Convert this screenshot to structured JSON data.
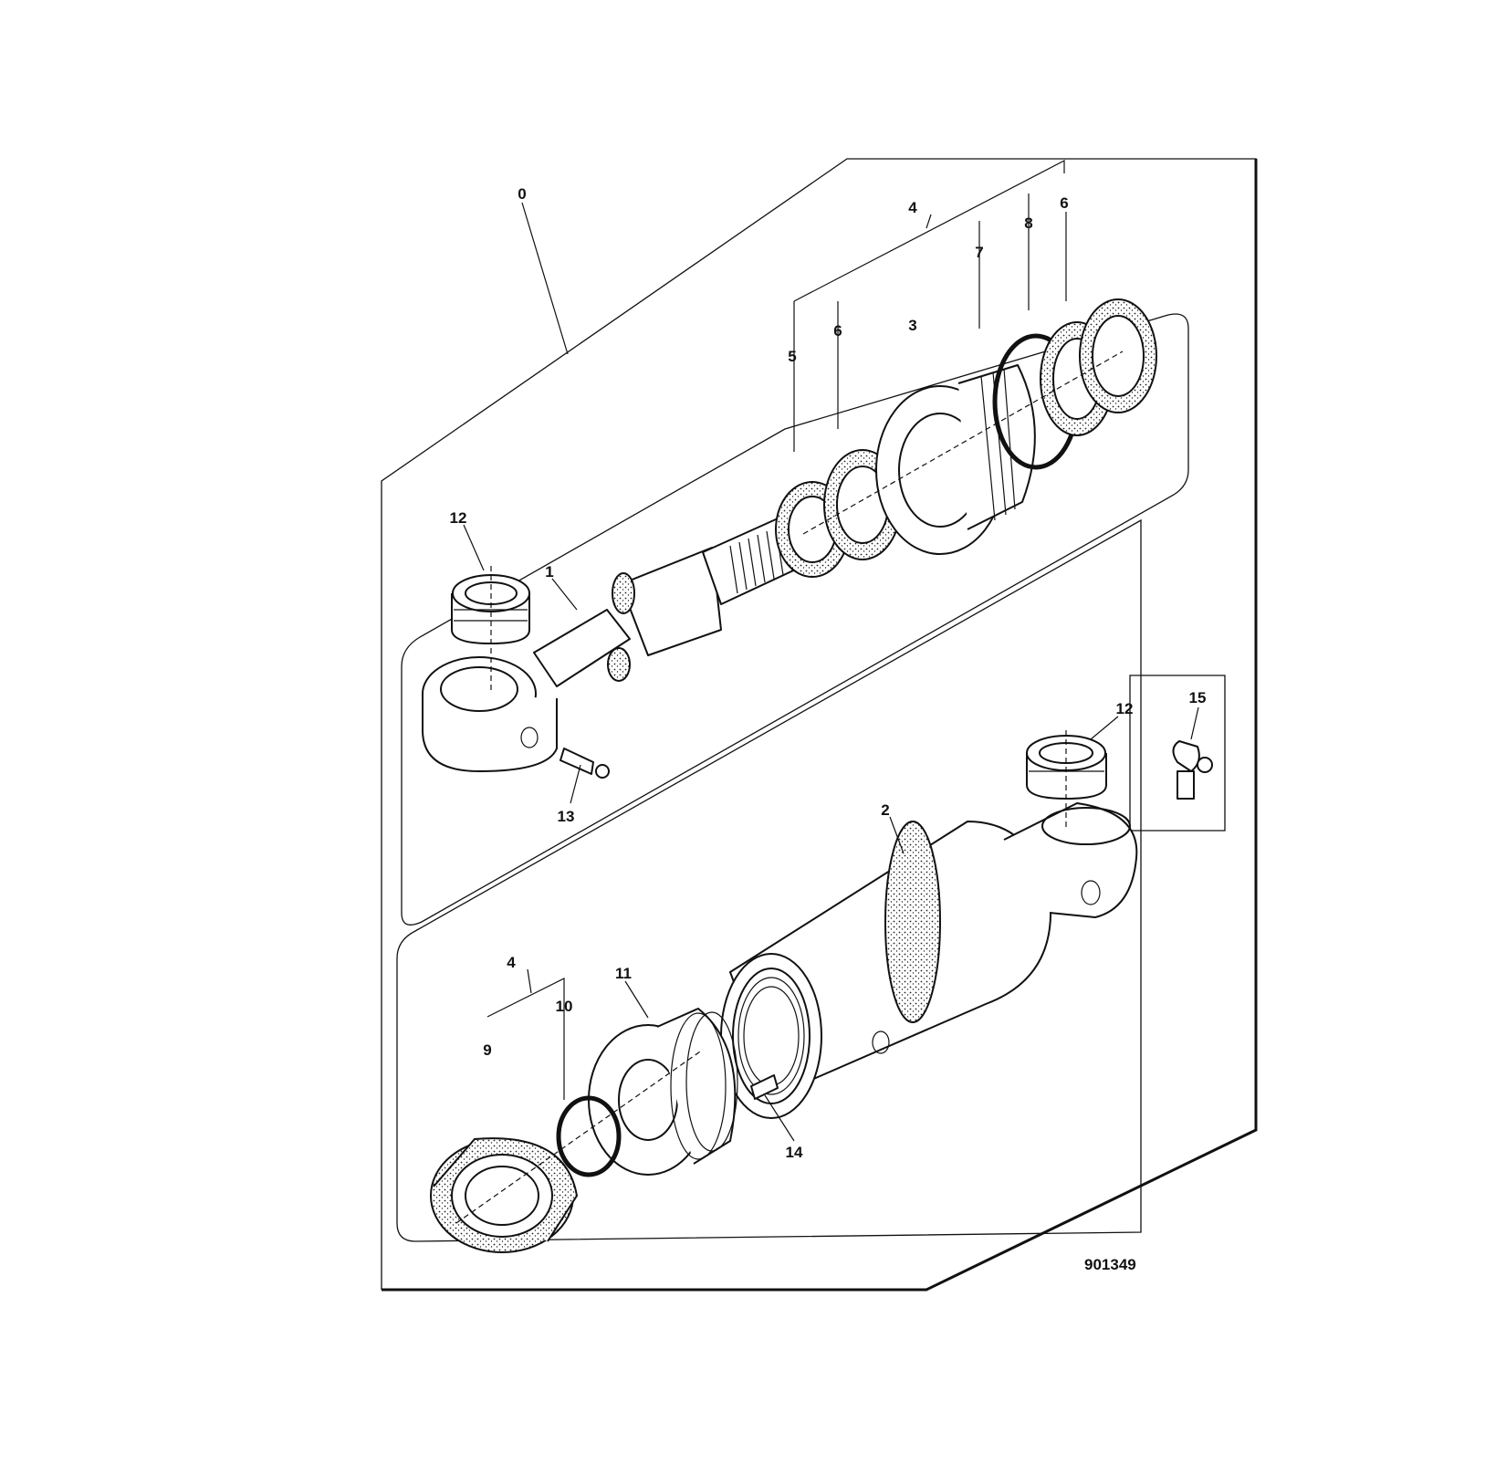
{
  "drawing_number": "901349",
  "callouts": {
    "c0": "0",
    "c1": "1",
    "c2": "2",
    "c3": "3",
    "c4_top": "4",
    "c4_bottom": "4",
    "c5": "5",
    "c6_left": "6",
    "c6_right": "6",
    "c7": "7",
    "c8": "8",
    "c9": "9",
    "c10": "10",
    "c11": "11",
    "c12_top": "12",
    "c12_right": "12",
    "c13": "13",
    "c14": "14",
    "c15": "15"
  }
}
